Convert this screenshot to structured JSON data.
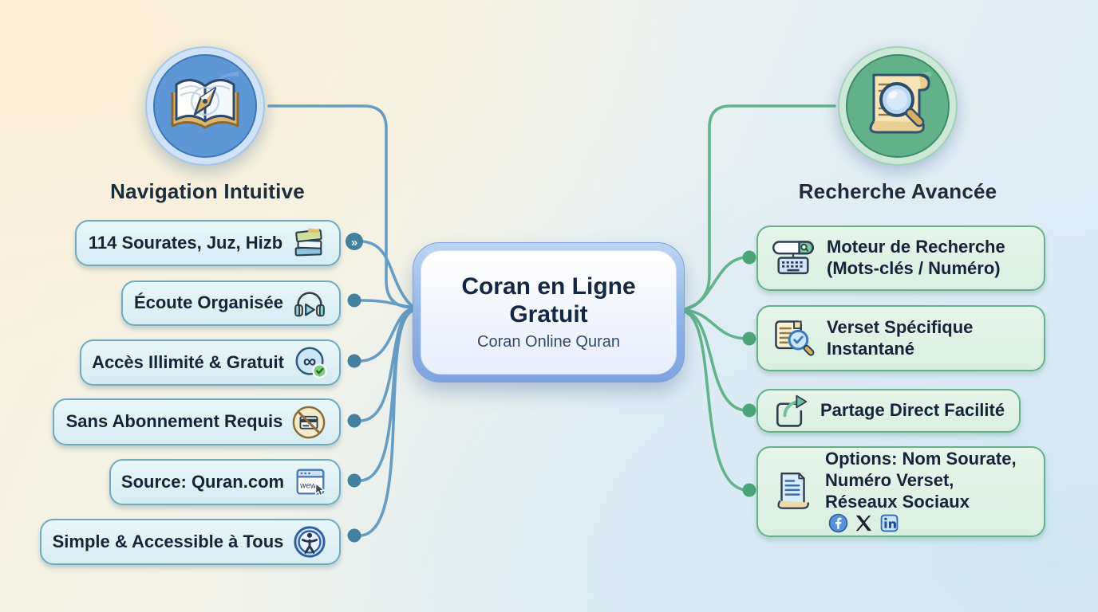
{
  "colors": {
    "left_accent": "#5e96bb",
    "left_line": "#679dc2",
    "left_box_border": "#6faabe",
    "left_box_fill": "#dceff3",
    "right_accent": "#52a87f",
    "right_line": "#62b28e",
    "right_box_border": "#63b28c",
    "right_box_fill": "#dff0e6",
    "center_border": "#8fb3e6",
    "title_text": "#1d2c3d"
  },
  "center": {
    "title": "Coran en Ligne Gratuit",
    "subtitle": "Coran Online Quran"
  },
  "left_branch": {
    "title": "Navigation Intuitive",
    "header_icon": "open-book-compass",
    "badge_glyph": "»",
    "items": [
      {
        "label": "114 Sourates, Juz, Hizb",
        "icon": "stacked-books"
      },
      {
        "label": "Écoute Organisée",
        "icon": "headphones-play"
      },
      {
        "label": "Accès Illimité & Gratuit",
        "icon": "infinity-check"
      },
      {
        "label": "Sans Abonnement Requis",
        "icon": "no-credit-card"
      },
      {
        "label": "Source: Quran.com",
        "icon": "browser-window",
        "icon_text": "wew"
      },
      {
        "label": "Simple & Accessible à Tous",
        "icon": "accessibility"
      }
    ]
  },
  "right_branch": {
    "title": "Recherche Avancée",
    "header_icon": "scroll-magnifier",
    "items": [
      {
        "label": "Moteur de Recherche (Mots-clés / Numéro)",
        "icon": "search-bar-keyboard"
      },
      {
        "label": "Verset Spécifique Instantané",
        "icon": "note-magnifier-check"
      },
      {
        "label": "Partage Direct Facilité",
        "icon": "share-arrow"
      },
      {
        "label": "Options: Nom Sourate, Numéro Verset, Réseaux Sociaux",
        "icon": "scroll-document",
        "social_icons": [
          "facebook",
          "x",
          "linkedin"
        ]
      }
    ]
  }
}
